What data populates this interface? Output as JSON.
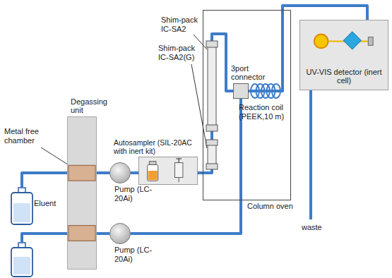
{
  "diagram": {
    "nodes": [
      {
        "text": [
          "Degassing unit"
        ]
      },
      {
        "text": [
          "Pump (LC-20Ai)"
        ]
      },
      {
        "text": [
          "Pump (LC-20Ai)"
        ]
      },
      {
        "text": [
          "Autosampler (SIL-20AC with inert kit)"
        ]
      },
      {
        "text": [
          "Column oven"
        ]
      },
      {
        "text": [
          "3port connector"
        ],
        "in": 4
      },
      {
        "text": [
          "UV-VIS detector (inert cell)"
        ]
      }
    ],
    "edges": [
      {
        "from": 0,
        "to": 1,
        "arrow": "none"
      },
      {
        "from": 0,
        "to": 2,
        "arrow": "none"
      },
      {
        "from": 1,
        "to": 3,
        "arrow": "none"
      },
      {
        "from": 3,
        "to": 4,
        "arrow": "none"
      },
      {
        "from": 2,
        "to": 5,
        "arrow": "none"
      },
      {
        "from": 5,
        "to": 6,
        "arrow": "none"
      }
    ],
    "labels": [
      "Metal free chamber",
      "Eluent",
      "Shim-pack IC-SA2",
      "Shim-pack IC-SA2(G)",
      "Reaction coil (PEEK,10 m)",
      "waste"
    ]
  }
}
